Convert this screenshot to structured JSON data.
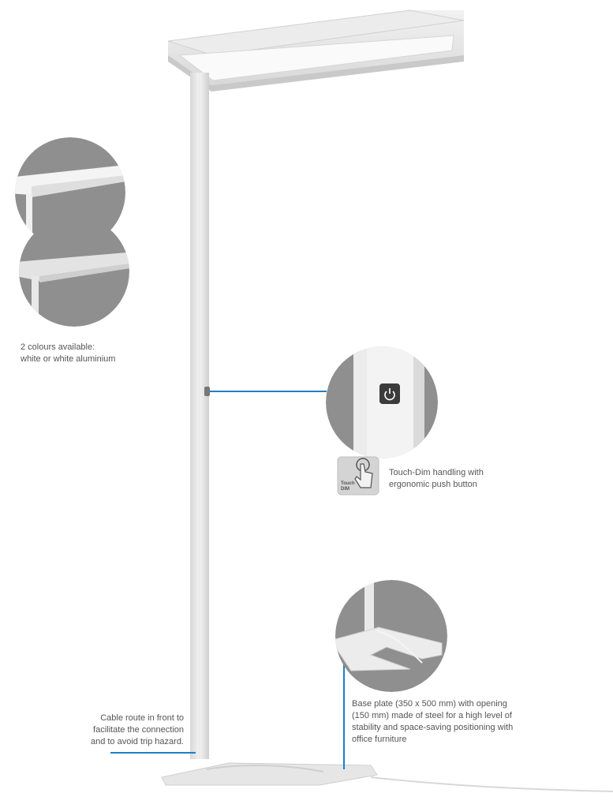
{
  "captions": {
    "colours": [
      "2 colours available:",
      "white or white aluminium"
    ],
    "touch": [
      "Touch-Dim handling with",
      "ergonomic push button"
    ],
    "cable": [
      "Cable route in front to",
      "facilitate the connection",
      "and to avoid trip hazard."
    ],
    "base": [
      "Base plate (350 x 500 mm) with opening",
      "(150 mm) made of steel for a high level of",
      "stability and space-saving positioning with",
      "office furniture"
    ]
  },
  "badge": {
    "line1": "Touch",
    "line2": "DIM"
  },
  "colors": {
    "accent_line": "#1f7fc7",
    "circle_bg": "#8f8f8f",
    "lamp": "#e9e9e9"
  },
  "icons": [
    "power-icon",
    "hand-pointer-icon"
  ]
}
